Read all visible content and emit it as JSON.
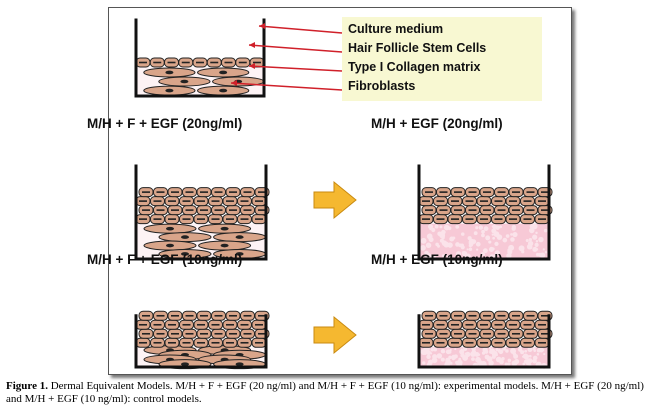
{
  "legend": {
    "items": [
      "Culture medium",
      "Hair Follicle Stem Cells",
      "Type I Collagen matrix",
      "Fibroblasts"
    ]
  },
  "panels": [
    {
      "label": "M/H + F + EGF (20ng/ml)",
      "type": "experimental"
    },
    {
      "label": "M/H + EGF (20ng/ml)",
      "type": "control"
    },
    {
      "label": "M/H + F + EGF (10ng/ml)",
      "type": "experimental"
    },
    {
      "label": "M/H + EGF (10ng/ml)",
      "type": "control"
    }
  ],
  "caption": {
    "label": "Figure 1.",
    "text": "Dermal Equivalent Models. M/H + F + EGF (20 ng/ml) and M/H + F + EGF (10 ng/ml): experimental models. M/H + EGF (20 ng/ml) and  M/H + EGF (10 ng/ml): control models."
  },
  "colors": {
    "cell": "#d9a58a",
    "matrix": "#f7c9d6",
    "arrow": "#f5b830",
    "label_arrow": "#d0202a",
    "legend_bg": "#f8f8d2"
  }
}
